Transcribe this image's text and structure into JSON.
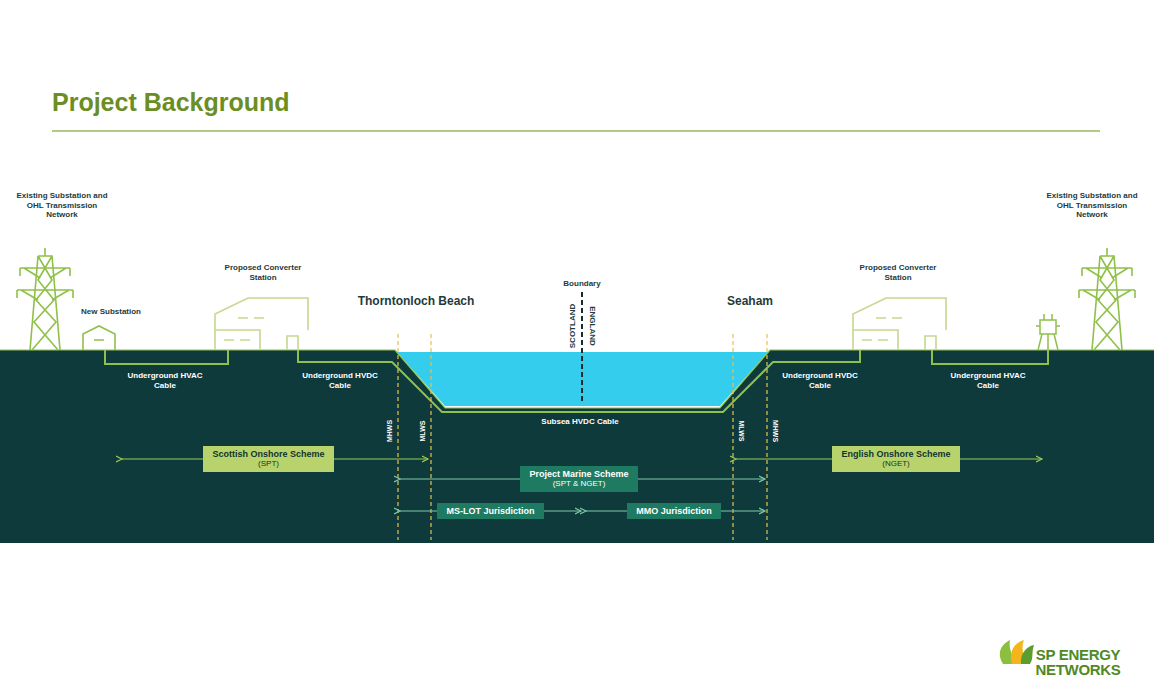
{
  "diagram": {
    "title": "Project Background",
    "nodes": [
      {
        "text": [
          "Scottish Onshore Scheme",
          "(SPT)"
        ]
      },
      {
        "text": [
          "Project Marine Scheme",
          "(SPT & NGET)"
        ]
      },
      {
        "text": [
          "MS-LOT Jurisdiction"
        ]
      },
      {
        "text": [
          "MMO Jurisdiction"
        ]
      },
      {
        "text": [
          "English Onshore Scheme",
          "(NGET)"
        ]
      }
    ],
    "labels": [
      "Existing Substation and OHL Transmission Network",
      "Existing Substation and OHL Transmission Network",
      "Proposed Converter Station",
      "Proposed Converter Station",
      "New Substation",
      "Thorntonloch Beach",
      "Boundary",
      "SCOTLAND",
      "ENGLAND",
      "Seaham",
      "Underground HVAC Cable",
      "Underground HVDC Cable",
      "Underground HVDC Cable",
      "Underground HVAC Cable",
      "Subsea HVDC Cable",
      "MHWS",
      "MLWS",
      "MLWS",
      "MHWS",
      "SP ENERGY NETWORKS"
    ]
  }
}
